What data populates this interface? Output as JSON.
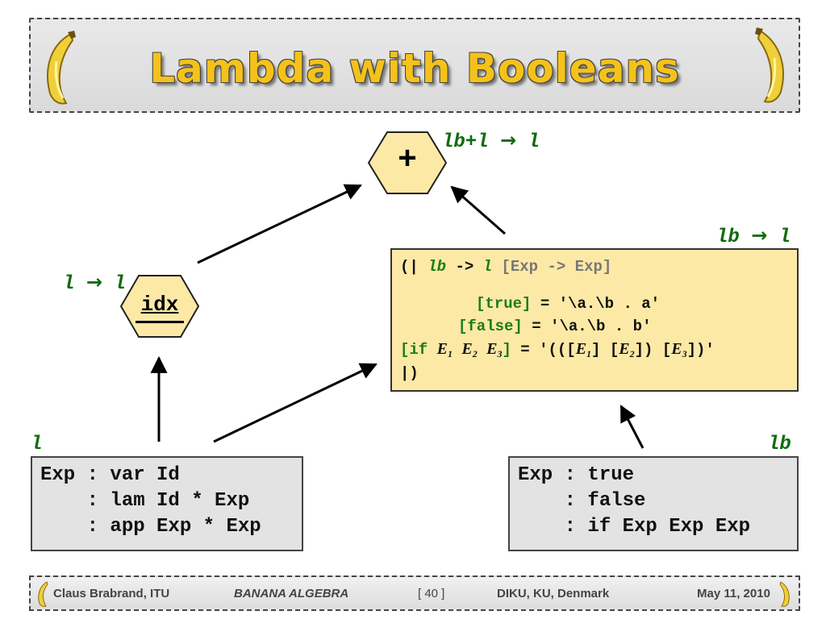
{
  "header": {
    "title": "Lambda with Booleans"
  },
  "diagram": {
    "plus_node": {
      "symbol": "+",
      "label_pre": "lb+l",
      "label_arrow": "→",
      "label_post": "l"
    },
    "idx_node": {
      "symbol": "idx",
      "label_pre": "l",
      "label_arrow": "→",
      "label_post": "l"
    },
    "transform_label": {
      "pre": "lb",
      "arrow": "→",
      "post": "l"
    },
    "transform_box": {
      "open": "(|",
      "lang_from": "lb",
      "arrow": "->",
      "lang_to": "l",
      "signature": "[Exp -> Exp]",
      "rule_true_lhs": "[true]",
      "rule_true_eq": "=",
      "rule_true_rhs": "'\\a.\\b . a'",
      "rule_false_lhs": "[false]",
      "rule_false_eq": "=",
      "rule_false_rhs": "'\\a.\\b . b'",
      "rule_if_prefix": "[if",
      "rule_if_e": "E",
      "sub1": "1",
      "sub2": "2",
      "sub3": "3",
      "rule_if_close": "]",
      "rule_if_eq": "=",
      "rule_if_rhs_open": "'(([",
      "rule_if_rhs_mid1": "] [",
      "rule_if_rhs_mid2": "]) [",
      "rule_if_rhs_close": "])'",
      "close": "|)"
    },
    "lambda_lang": {
      "label": "l",
      "lines": [
        "Exp : var Id",
        "    : lam Id * Exp",
        "    : app Exp * Exp"
      ]
    },
    "bool_lang": {
      "label": "lb",
      "lines": [
        "Exp : true",
        "    : false",
        "    : if Exp Exp Exp"
      ]
    }
  },
  "footer": {
    "author": "Claus Brabrand, ITU",
    "title": "BANANA ALGEBRA",
    "page": "[ 40 ]",
    "venue": "DIKU, KU, Denmark",
    "date": "May 11, 2010"
  }
}
